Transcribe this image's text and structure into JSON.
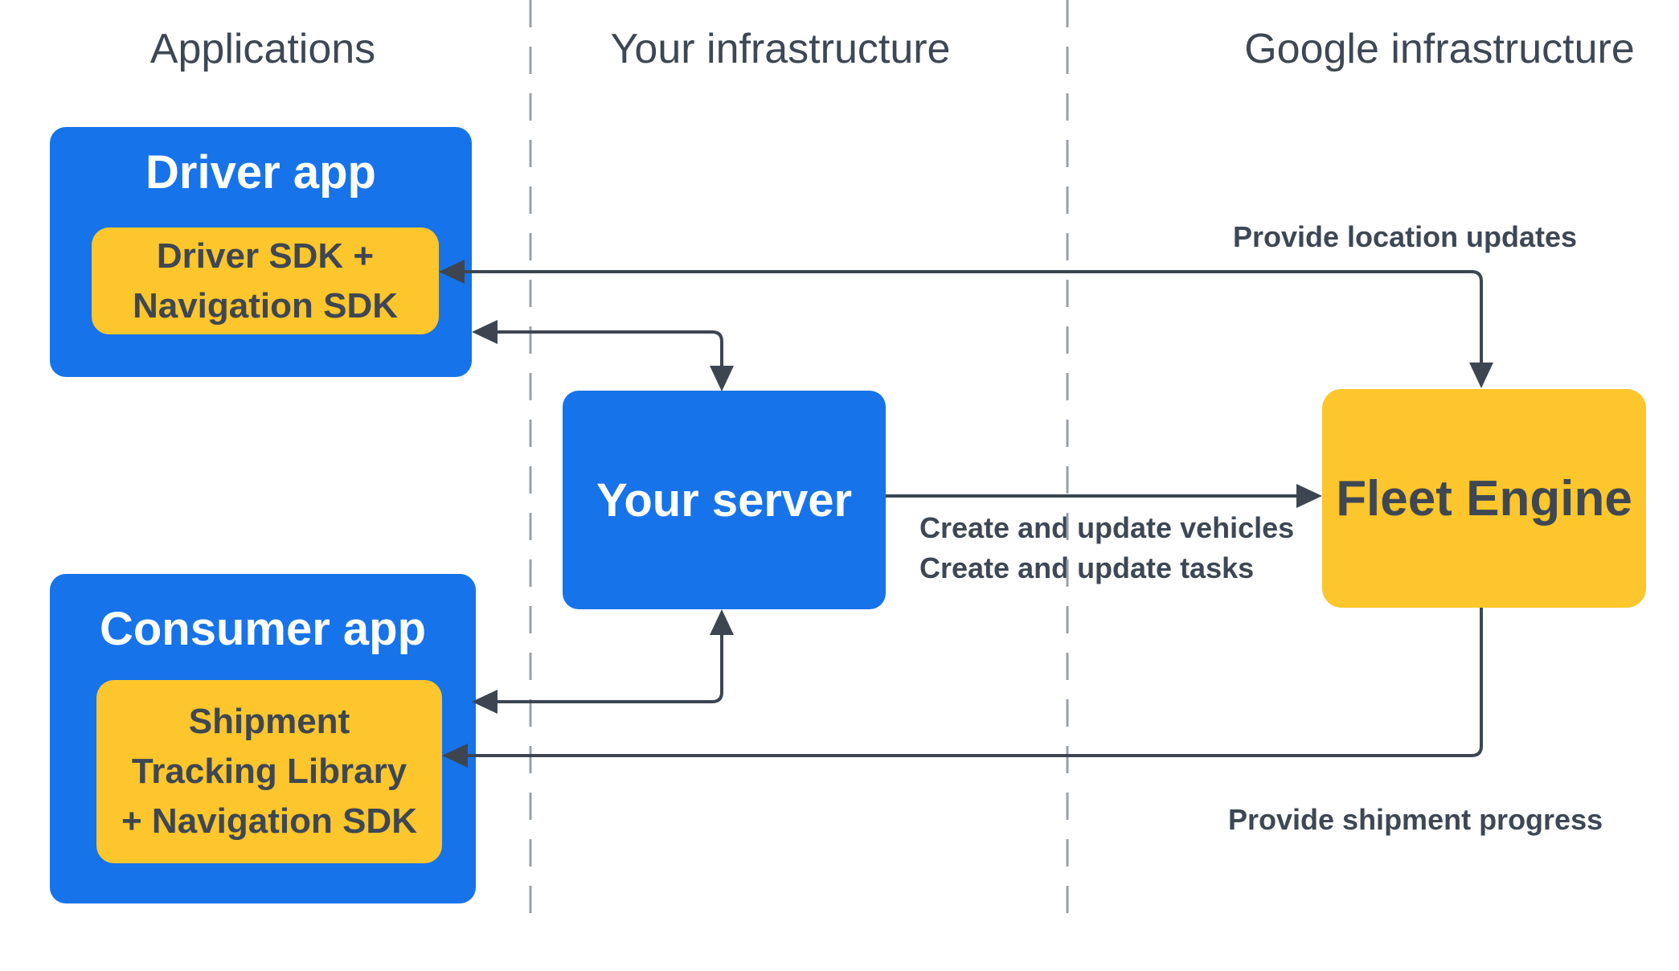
{
  "columns": [
    {
      "label": "Applications"
    },
    {
      "label": "Your infrastructure"
    },
    {
      "label": "Google infrastructure"
    }
  ],
  "nodes": {
    "driver_app": {
      "title": "Driver app",
      "sdk_lines": [
        "Driver SDK +",
        "Navigation SDK"
      ]
    },
    "consumer_app": {
      "title": "Consumer app",
      "sdk_lines": [
        "Shipment",
        "Tracking Library",
        "+ Navigation SDK"
      ]
    },
    "your_server": {
      "title": "Your server"
    },
    "fleet_engine": {
      "title": "Fleet Engine"
    }
  },
  "edge_labels": {
    "location_updates": "Provide location updates",
    "create_vehicles": "Create and update vehicles",
    "create_tasks": "Create and update tasks",
    "shipment_progress": "Provide shipment progress"
  },
  "colors": {
    "blue": "#1773e9",
    "yellow": "#fcc62c",
    "dark": "#3e4753",
    "line": "#3d4650",
    "dash": "#99a1a8",
    "white-text": "#ffffff"
  }
}
